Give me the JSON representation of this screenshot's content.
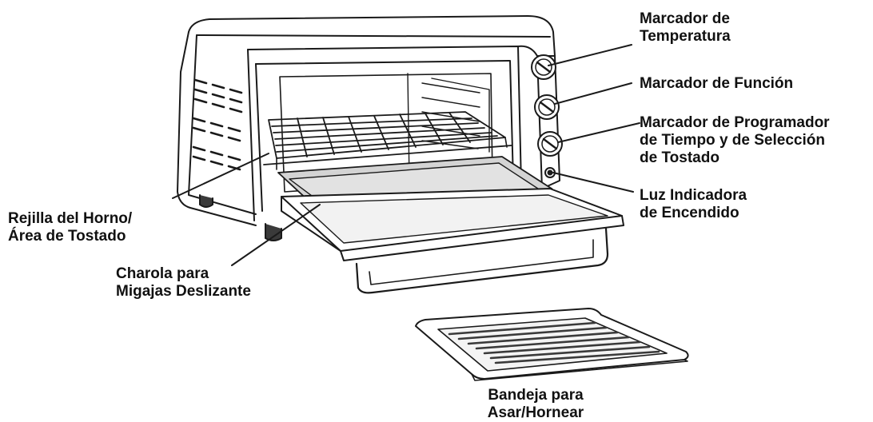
{
  "colors": {
    "line": "#1a1a1a",
    "shade": "#d4d4d4",
    "dark": "#3a3a3a",
    "background": "#ffffff"
  },
  "labels": {
    "temperature_dial": [
      "Marcador de",
      "Temperatura"
    ],
    "function_dial": [
      "Marcador de Función"
    ],
    "timer_dial": [
      "Marcador de Programador",
      "de Tiempo y de Selección",
      "de Tostado"
    ],
    "power_light": [
      "Luz Indicadora",
      "de Encendido"
    ],
    "oven_rack": [
      "Rejilla del Horno/",
      "Área de Tostado"
    ],
    "crumb_tray": [
      "Charola para",
      "Migajas Deslizante"
    ],
    "bake_pan": [
      "Bandeja para",
      "Asar/Hornear"
    ]
  }
}
